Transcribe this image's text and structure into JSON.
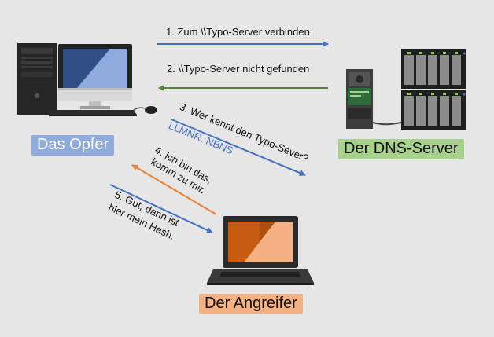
{
  "nodes": {
    "victim": {
      "label": "Das Opfer",
      "color": "#8faadc"
    },
    "dns": {
      "label": "Der DNS-Server",
      "color": "#a9d18e"
    },
    "attacker": {
      "label": "Der Angreifer",
      "color": "#f4b183"
    }
  },
  "steps": {
    "s1": "1. Zum \\\\Typo-Server verbinden",
    "s2": "2. \\\\Typo-Server nicht gefunden",
    "s3": "3. Wer kennt den Typo-Sever?",
    "s3_protocols": "LLMNR, NBNS",
    "s4_line1": "4. Ich bin das,",
    "s4_line2": "komm zu mir.",
    "s5_line1": "5. Gut, dann ist",
    "s5_line2": "hier mein Hash."
  },
  "colors": {
    "arrow_blue": "#4472c4",
    "arrow_green": "#548235",
    "arrow_orange": "#ed7d31",
    "protocol_text": "#4472c4"
  }
}
